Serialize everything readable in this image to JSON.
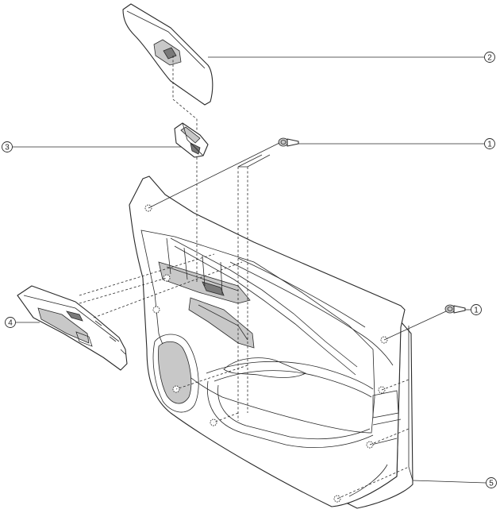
{
  "callouts": [
    {
      "id": "c2",
      "label": "2",
      "part": "window-switch-panel"
    },
    {
      "id": "c3",
      "label": "3",
      "part": "power-window-switch"
    },
    {
      "id": "c1a",
      "label": "1",
      "part": "clip"
    },
    {
      "id": "c1b",
      "label": "1",
      "part": "clip"
    },
    {
      "id": "c4",
      "label": "4",
      "part": "inner-garnish"
    },
    {
      "id": "c5",
      "label": "5",
      "part": "front-door-trim"
    }
  ],
  "colors": {
    "line": "#2a2a2a",
    "shade": "#c8c8c8",
    "background": "#ffffff"
  }
}
